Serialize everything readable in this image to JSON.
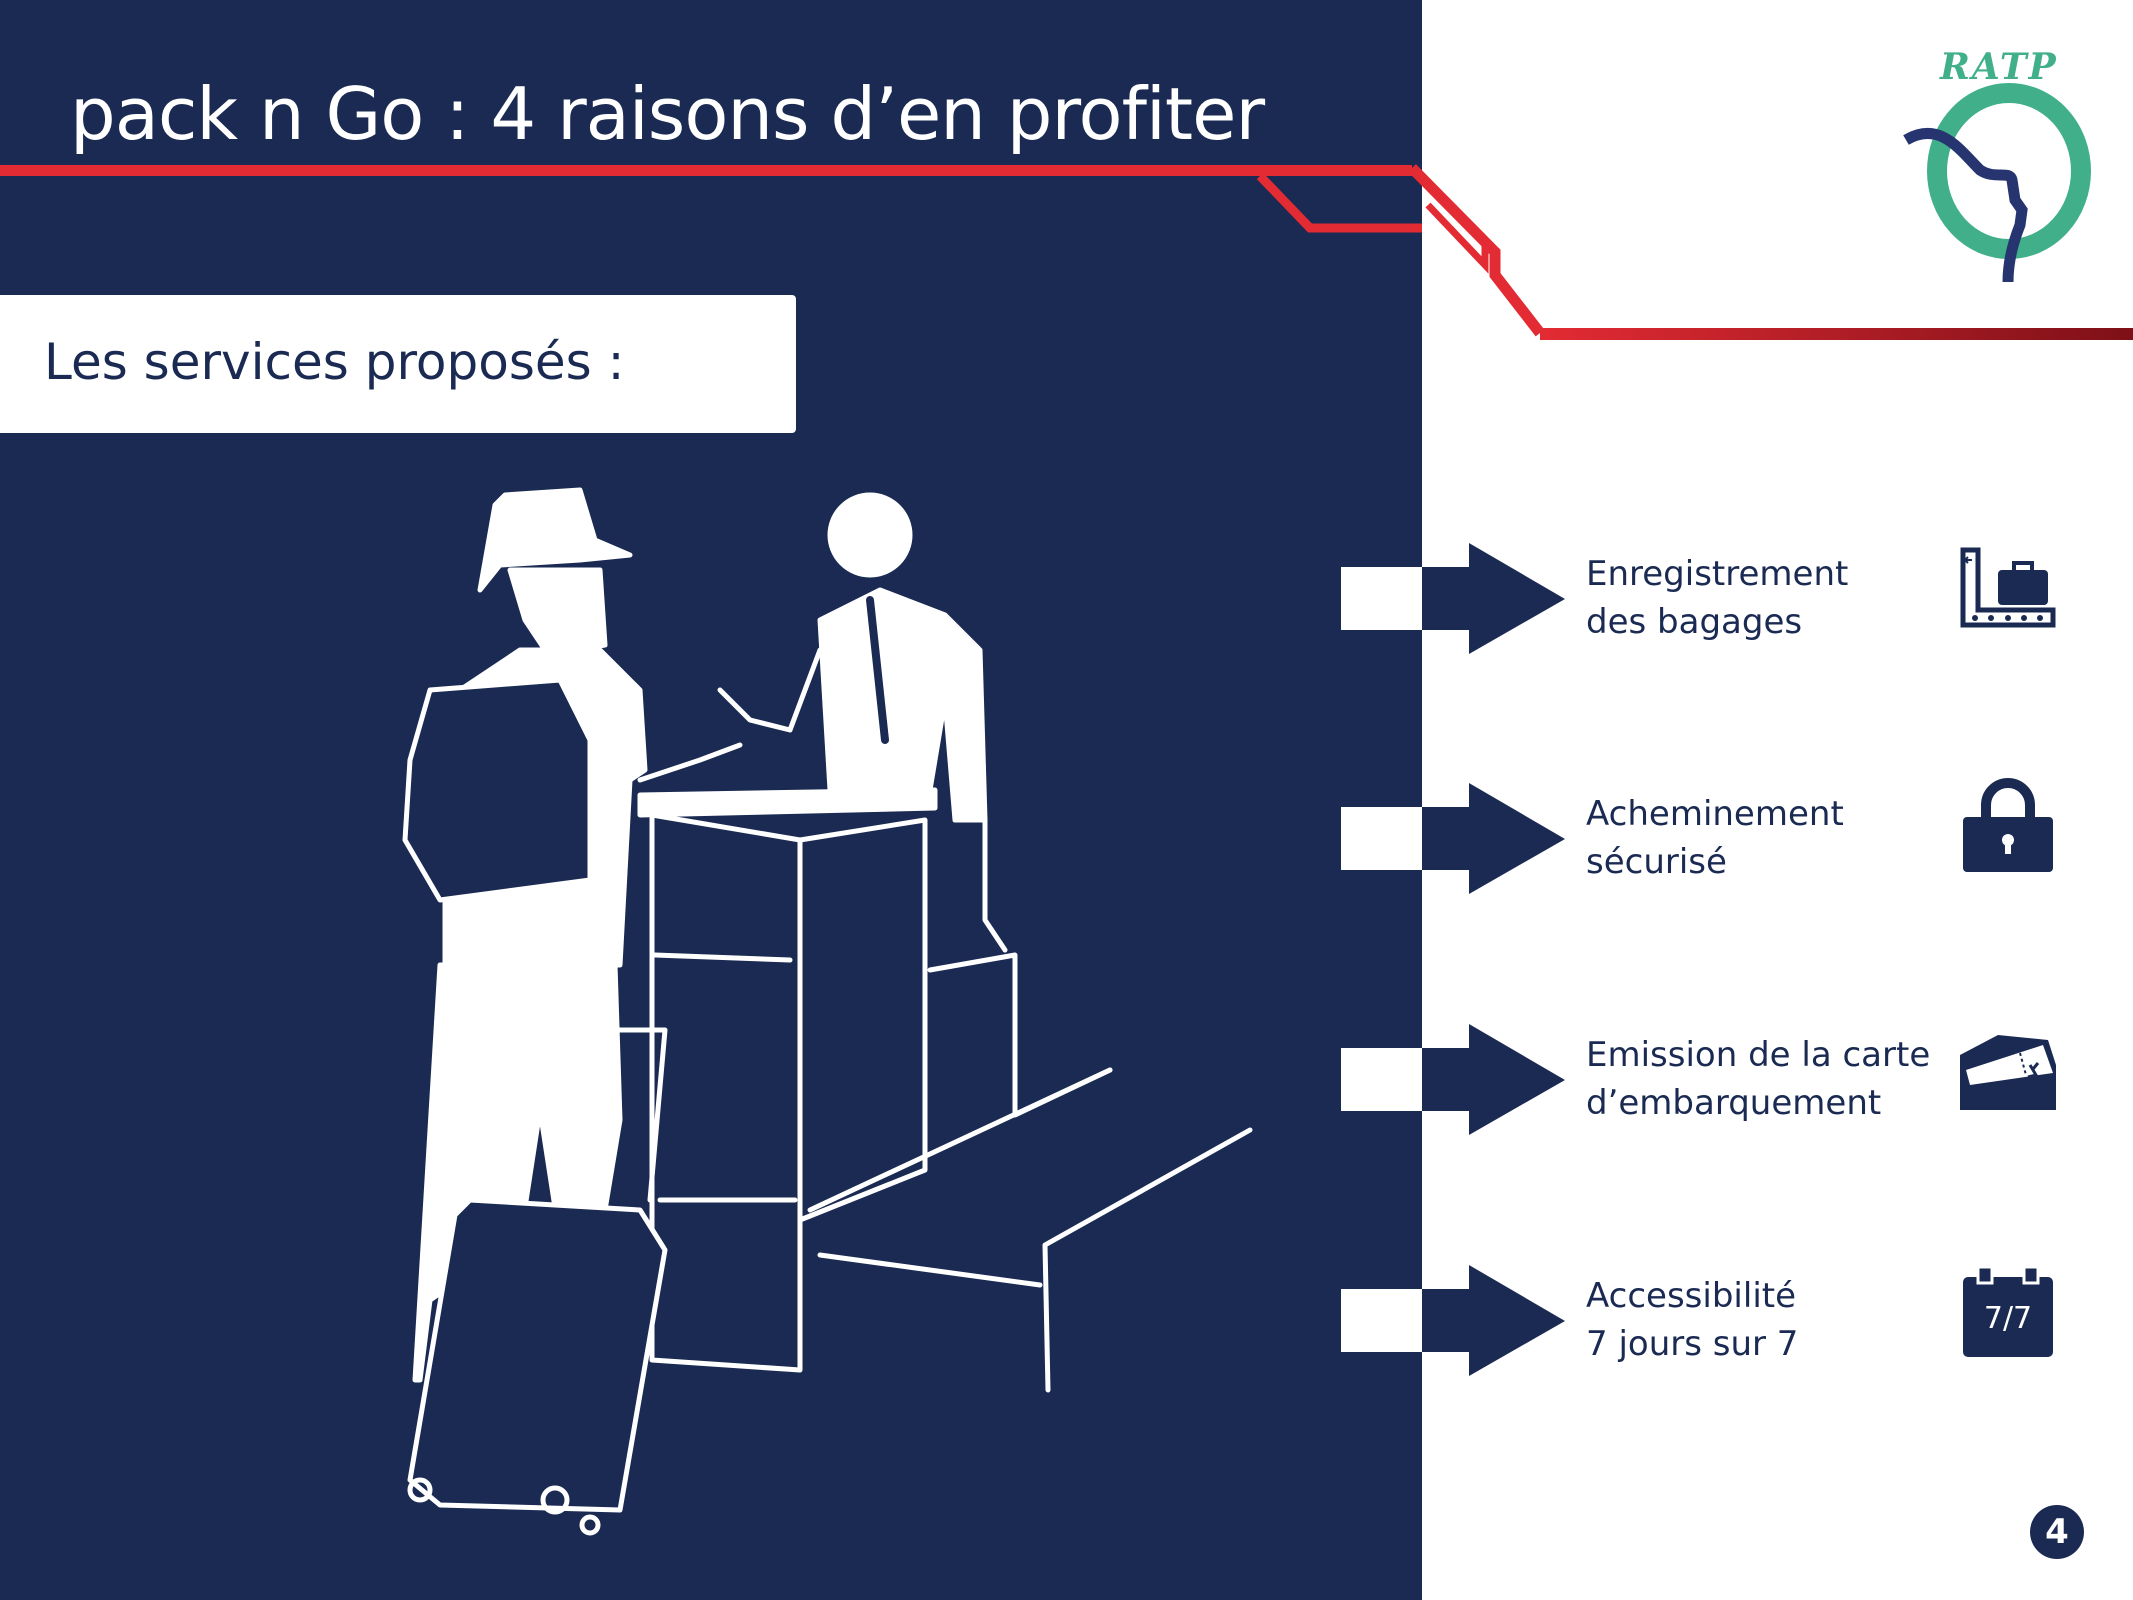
{
  "header": {
    "title": "pack n Go : 4 raisons d’en profiter"
  },
  "logo": {
    "text": "RATP"
  },
  "services": {
    "heading": "Les services proposés :",
    "items": [
      {
        "line1": "Enregistrement",
        "line2": "des bagages",
        "icon": "baggage-conveyor-icon"
      },
      {
        "line1": "Acheminement",
        "line2": "sécurisé",
        "icon": "padlock-icon"
      },
      {
        "line1": "Emission de la carte",
        "line2": "d’embarquement",
        "icon": "boarding-pass-icon"
      },
      {
        "line1": "Accessibilité",
        "line2": "7 jours sur 7",
        "icon": "calendar-7-7-icon"
      }
    ]
  },
  "calendar_label": "7/7",
  "page_number": "4",
  "colors": {
    "navy": "#1a2a52",
    "red": "#e32b33",
    "green": "#41b08a"
  }
}
